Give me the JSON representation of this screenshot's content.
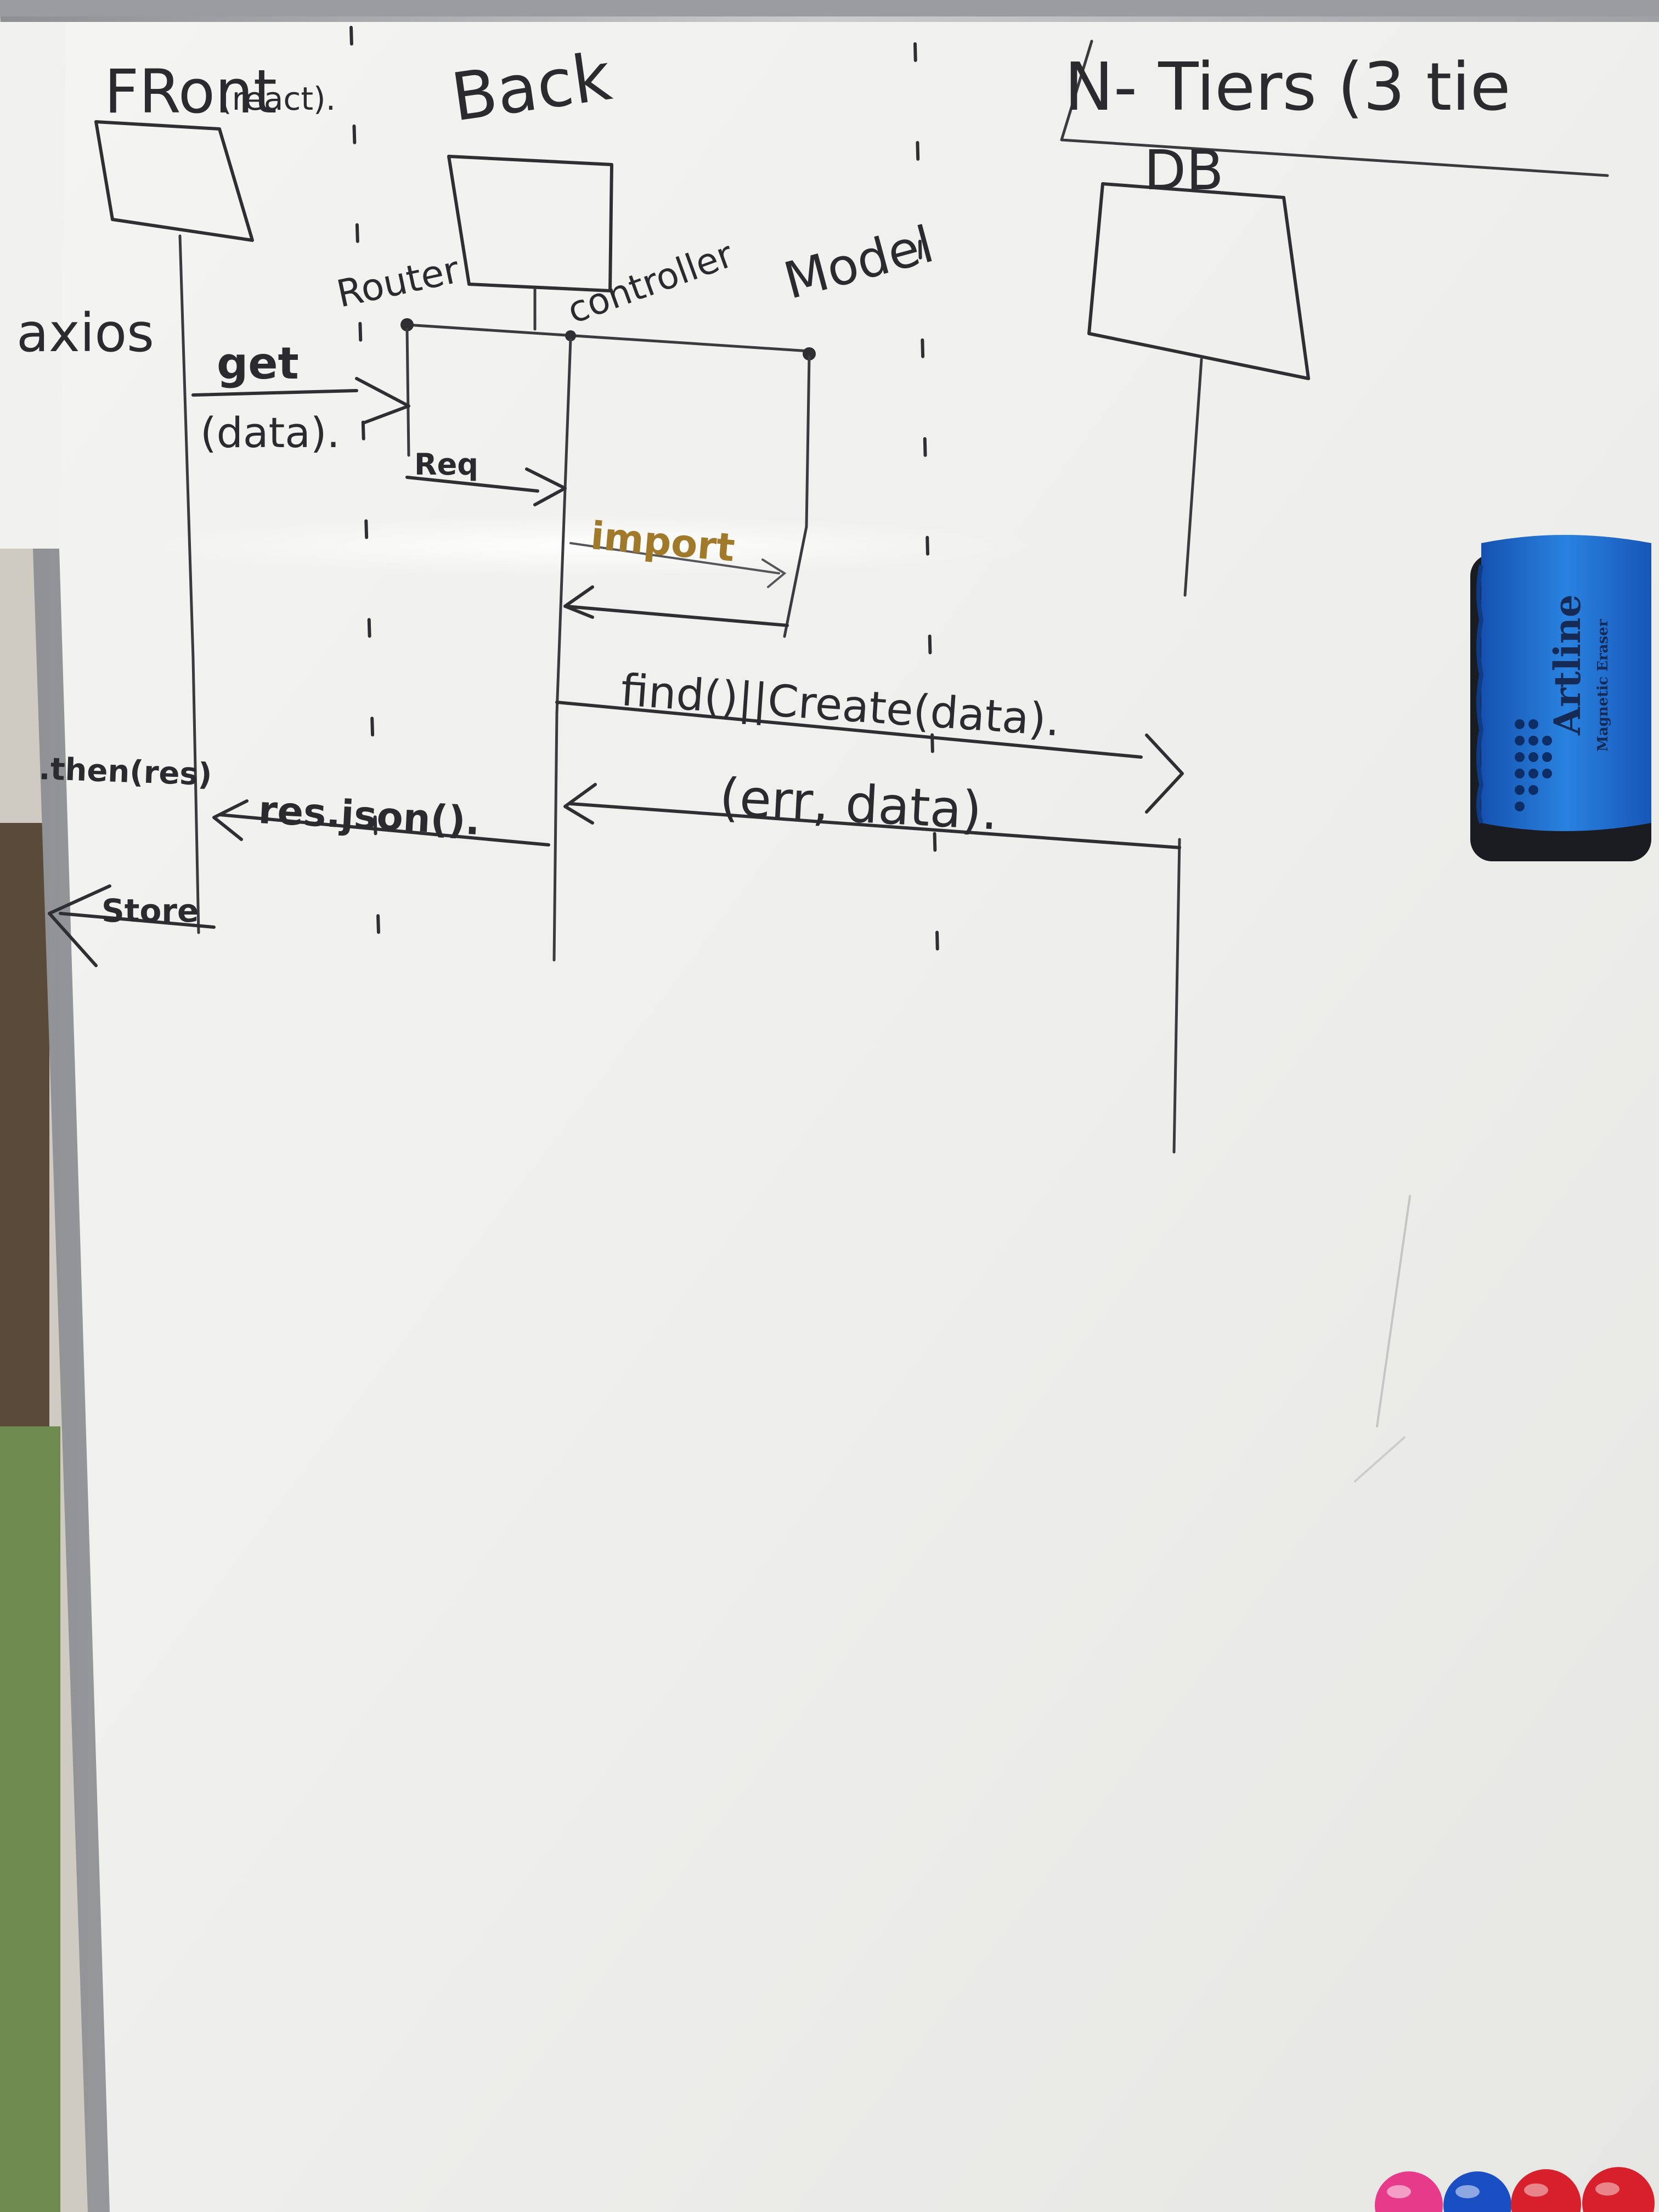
{
  "photo": {
    "subject": "whiteboard-sequence-sketch"
  },
  "whiteboard": {
    "title": "N- Tiers (3 tie",
    "lanes": {
      "front": "FRont",
      "front_sub": "(react).",
      "back": "Back",
      "db": "DB"
    },
    "components": {
      "router": "Router",
      "controller": "controller",
      "model": "Model"
    },
    "labels": {
      "client_lib": "axios",
      "get": "get",
      "data": "(data).",
      "req": "Req",
      "import": "import",
      "find_create": "find()||Create(data).",
      "err_data": "(err, data).",
      "then": ".then(res)",
      "res_json": "res.json().",
      "store": "Store"
    }
  },
  "eraser": {
    "brand": "Artline",
    "sub": "Magnetic Eraser",
    "color": "#1e6fd1"
  },
  "magnets": [
    {
      "name": "pink-magnet",
      "color": "#e83a8a"
    },
    {
      "name": "blue-magnet",
      "color": "#1a4fc4"
    },
    {
      "name": "red-magnet-1",
      "color": "#d8202c"
    },
    {
      "name": "red-magnet-2",
      "color": "#d8202c"
    }
  ]
}
